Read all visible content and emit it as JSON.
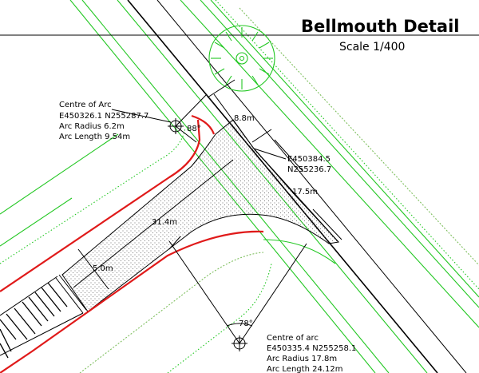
{
  "header": {
    "title": "Bellmouth Detail",
    "scale": "Scale 1/400"
  },
  "arc_minor": {
    "heading": "Centre of Arc",
    "coords": "E450326.1  N255287.7",
    "radius": "Arc Radius 6.2m",
    "length": "Arc Length 9.54m",
    "angle": "88°"
  },
  "arc_major": {
    "heading": "Centre of arc",
    "coords": "E450335.4 N255258.1",
    "radius": "Arc Radius 17.8m",
    "length": "Arc Length 24.12m",
    "angle": "78°"
  },
  "junction_point": {
    "easting": "E450384.5",
    "northing": "N255236.7"
  },
  "dimensions": {
    "top_width": "8.8m",
    "side_length": "17.5m",
    "access_length": "31.4m",
    "access_width": "5.0m"
  },
  "colors": {
    "road_edge": "#22c722",
    "kerb": "#e01a1a",
    "linework": "#000000"
  },
  "icons": {
    "tree": "tree-symbol-icon",
    "arc_centre": "crosshair-icon"
  }
}
